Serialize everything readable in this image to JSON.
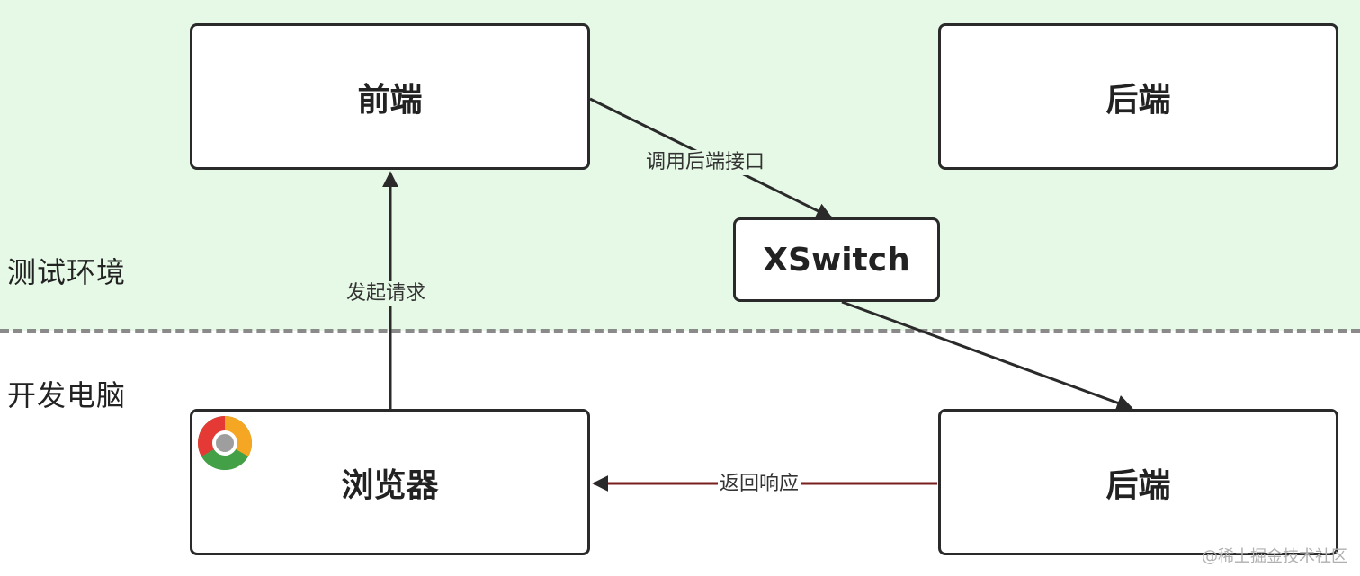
{
  "zones": {
    "test_env": "测试环境",
    "dev_pc": "开发电脑"
  },
  "nodes": {
    "frontend": "前端",
    "backend_test": "后端",
    "xswitch": "XSwitch",
    "browser": "浏览器",
    "backend_local": "后端"
  },
  "edges": {
    "call_backend": "调用后端接口",
    "send_request": "发起请求",
    "return_response": "返回响应"
  },
  "icons": {
    "browser_icon": "chrome-icon"
  },
  "colors": {
    "test_zone_bg": "#e6f9e6",
    "divider": "#8a8a8a",
    "box_border": "#2a2a2a",
    "return_arrow": "#7a1f1f"
  },
  "watermark": "@稀土掘金技术社区"
}
